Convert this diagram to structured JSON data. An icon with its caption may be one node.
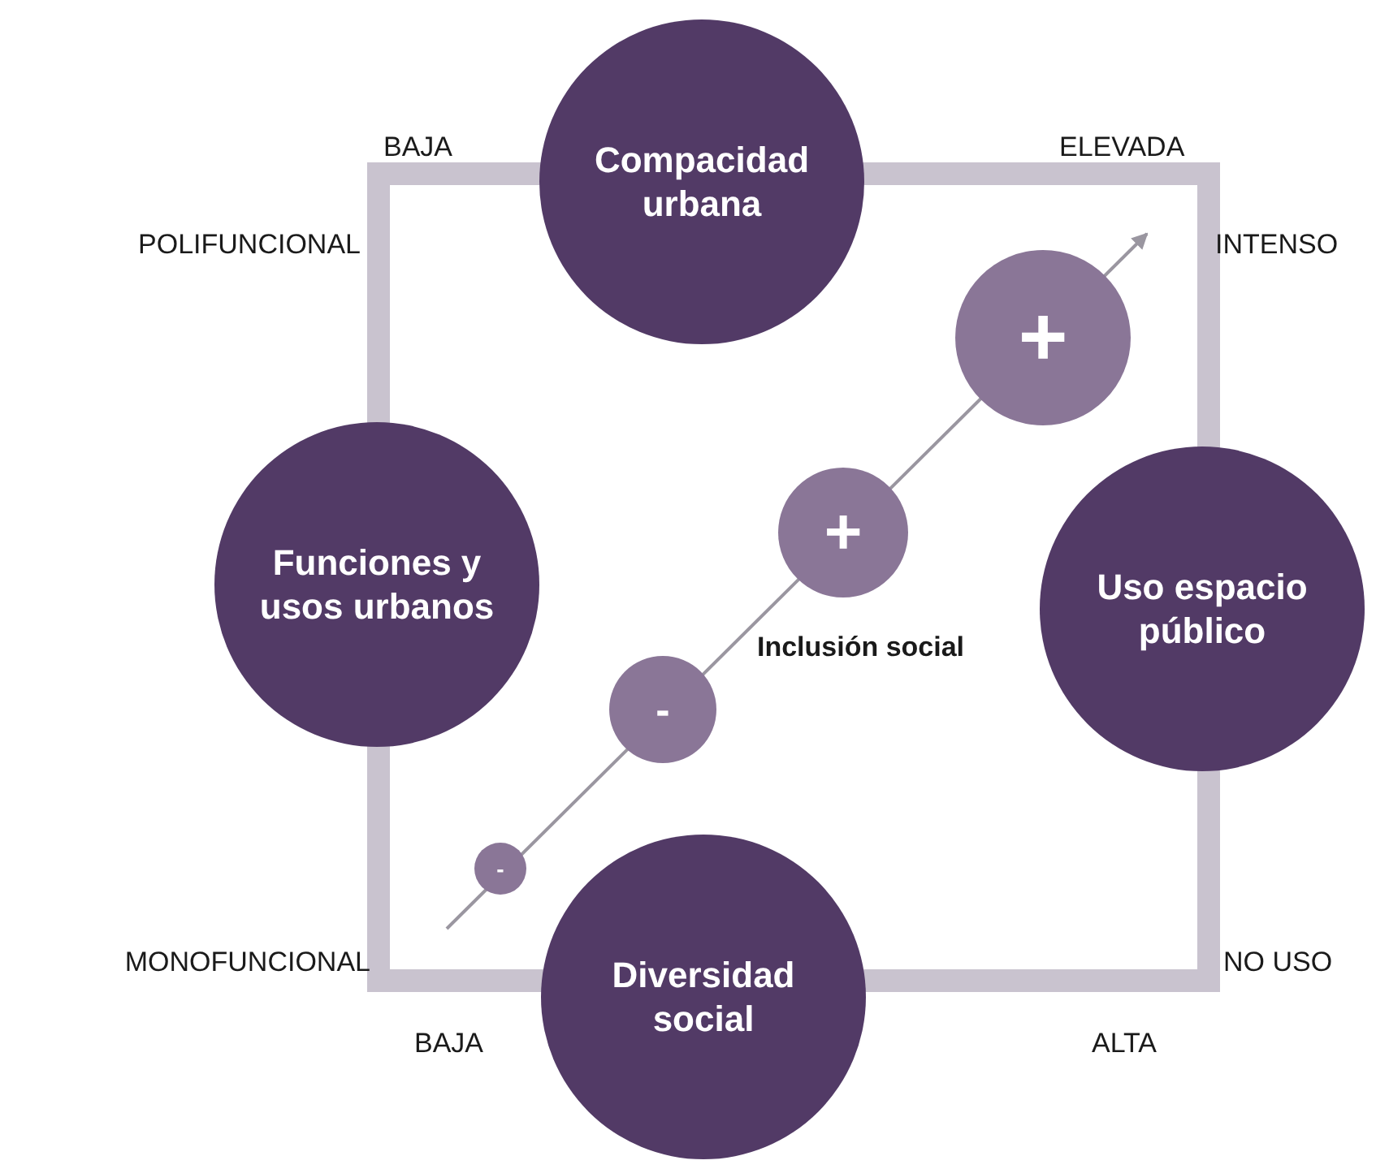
{
  "diagram": {
    "nodes": [
      {
        "text": [
          "Compacidad urbana"
        ]
      },
      {
        "text": [
          "+"
        ]
      },
      {
        "text": [
          "Funciones y usos urbanos"
        ]
      },
      {
        "text": [
          "+"
        ]
      },
      {
        "text": [
          "Uso espacio público"
        ]
      },
      {
        "text": [
          "-"
        ]
      },
      {
        "text": [
          "-"
        ]
      },
      {
        "text": [
          "Diversidad social"
        ]
      }
    ],
    "labels": [
      "BAJA",
      "ELEVADA",
      "POLIFUNCIONAL",
      "INTENSO",
      "Inclusión social",
      "MONOFUNCIONAL",
      "NO USO",
      "BAJA",
      "ALTA"
    ]
  }
}
